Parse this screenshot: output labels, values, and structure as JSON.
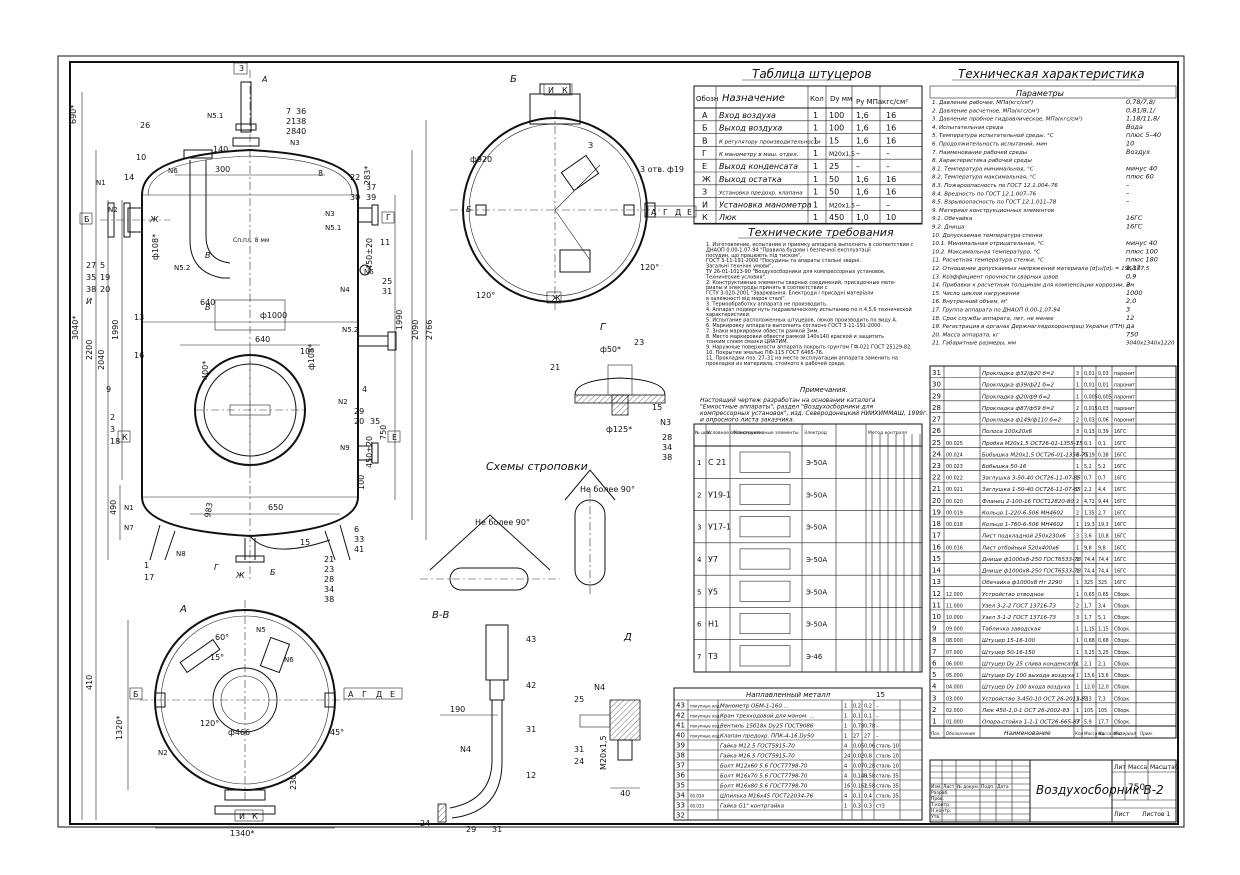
{
  "title_block": {
    "drawing_title": "Воздухосборник В-2",
    "mass": "750",
    "scale_label": "Масштаб",
    "mass_label": "Масса",
    "lit_label": "Лит",
    "sheet_label": "Лист",
    "sheets_label": "Листов 1",
    "row_labels": [
      "Изм.",
      "Лист",
      "№ докум.",
      "Подп.",
      "Дата",
      "Разраб.",
      "Пров.",
      "Т.контр.",
      "Н.контр.",
      "Утв."
    ]
  },
  "nozzle_table": {
    "title": "Таблица штуцеров",
    "headers": [
      "Обозн",
      "Назначение",
      "Кол",
      "Dу мм",
      "Pу МПа",
      "кгс/см²"
    ],
    "rows": [
      [
        "А",
        "Вход воздуха",
        "1",
        "100",
        "1,6",
        "16"
      ],
      [
        "Б",
        "Выход воздуха",
        "1",
        "100",
        "1,6",
        "16"
      ],
      [
        "В",
        "К регулятору производительности",
        "1",
        "15",
        "1,6",
        "16"
      ],
      [
        "Г",
        "К манометру в маш. отдел.",
        "1",
        "М20х1,5",
        "–",
        "–"
      ],
      [
        "Е",
        "Выход конденсата",
        "1",
        "25",
        "–",
        "–"
      ],
      [
        "Ж",
        "Выход остатка",
        "1",
        "50",
        "1,6",
        "16"
      ],
      [
        "З",
        "Установка предохр. клапана",
        "1",
        "50",
        "1,6",
        "16"
      ],
      [
        "И",
        "Установка манометра",
        "1",
        "М20х1,5",
        "–",
        "–"
      ],
      [
        "К",
        "Люк",
        "1",
        "450",
        "1,0",
        "10"
      ]
    ]
  },
  "tech_char": {
    "title": "Техническая характеристика",
    "params_label": "Параметры",
    "rows": [
      [
        "1. Давление рабочее, МПа(кгс/см²)",
        "0,78/7,8/"
      ],
      [
        "2. Давление расчетное, МПа(кгс/см²)",
        "0,81/8,1/"
      ],
      [
        "3. Давление пробное гидравлическое, МПа(кгс/см²)",
        "1,18/11,8/"
      ],
      [
        "4. Испытательная среда",
        "Вода"
      ],
      [
        "5. Температура испытательной среды, °С",
        "плюс 5–40"
      ],
      [
        "6. Продолжительность испытаний, мин",
        "10"
      ],
      [
        "7. Наименование рабочей среды",
        "Воздух"
      ],
      [
        "8. Характеристика рабочей среды",
        ""
      ],
      [
        "8.1. Температура минимальная, °С",
        "минус 40"
      ],
      [
        "8.2. Температура максимальная, °С",
        "плюс 60"
      ],
      [
        "8.3. Пожароопасность по ГОСТ 12.1.004–76",
        "–"
      ],
      [
        "8.4. Вредность по ГОСТ 12.1.007–76",
        "–"
      ],
      [
        "8.5. Взрывоопасность по ГОСТ 12.1.011–78",
        "–"
      ],
      [
        "9. Материал конструкционных элементов",
        ""
      ],
      [
        "9.1. Обечайка",
        "16ГС"
      ],
      [
        "9.2. Днища",
        "16ГС"
      ],
      [
        "10. Допускаемая температура стенки",
        ""
      ],
      [
        "10.1. Минимальная отрицательная, °С",
        "минус 40"
      ],
      [
        "10.2. Максимальная температура, °С",
        "плюс 100"
      ],
      [
        "11. Расчетная температура стенки, °С",
        "плюс 180"
      ],
      [
        "12. Отношение допускаемых напряжений материала [σ]₂₀/[σ]ₜ = 196/167,5",
        "1,17"
      ],
      [
        "13. Коэффициент прочности сварных швов",
        "0,9"
      ],
      [
        "14. Прибавки к расчетным толщинам для компенсации коррозии, мм",
        "2"
      ],
      [
        "15. Число циклов нагружения",
        "1000"
      ],
      [
        "16. Внутренний объем, м³",
        "2,0"
      ],
      [
        "17. Группа аппарата по ДНАОП 0.00-1.07-94",
        "3"
      ],
      [
        "18. Срок службы аппарата, лет, не менее",
        "12"
      ],
      [
        "19. Регистрация в органах Держнаглядохоронпраці України (ГТН)",
        "да"
      ],
      [
        "20. Масса аппарата, кг",
        "750"
      ],
      [
        "21. Габаритные размеры, мм",
        "3040х1340х1220"
      ]
    ]
  },
  "tech_req": {
    "title": "Технические требования",
    "lines": [
      "1. Изготовление, испытание и приемку аппарата выполнить в соответствии с",
      "ДНАОП 0.00-1.07-94 \"Правила будови і безпечної експлуатації",
      "посудин, що працюють під тиском\",",
      "ГОСТ 3-11-191-2000 \"Посудины та апараты стальні зварні.",
      "Загальні технічні умови\",",
      "ТУ 26-01-1013-90 \"Воздухосборники для компрессорных установок.",
      "Технические условия\".",
      "2. Конструктивные элементы сварных соединений, присадочные мате-",
      "риалы и электроды принять в соответствии с",
      "ГСТУ 3-020-2001 \"Зварювання. Електроди і присадні матеріали",
      "в залежності від марок сталі\".",
      "3. Термообработку аппарата не производить.",
      "4. Аппарат подвергнуть гидравлическому испытанию по п.4,5,6 технической",
      "характеристики.",
      "5. Испытание расположенных штуцеров, люков производить по виду А.",
      "6. Маркировку аппарата выполнить согласно ГОСТ 3-11-191-2000.",
      "7. Знаки маркировки обвести рамкой 3мм.",
      "8. Место маркировки обвести рамкой 140x140 краской и защитить",
      "тонким слоем смазки ЦИАТИМ.",
      "9. Наружные поверхности аппарата покрыть грунтом ГФ-021 ГОСТ 25129-82.",
      "10. Покрытие эмалью ПФ-115 ГОСТ 6465-76.",
      "11. Прокладки поз. 27–31 на место эксплуатации аппарата заменить на",
      "прокладки из материала, стойкого к рабочей среде."
    ],
    "note_title": "Примечания.",
    "note_lines": [
      "Настоящий чертеж разработан на основании каталога",
      "\"Емкостные аппараты\", раздел \"Воздухосборники для",
      "компрессорных установок\", изд. Северодонецкий НИИХИММАШ, 1999г.",
      "и опросного листа заказчика."
    ]
  },
  "weld_table": {
    "headers": [
      "№ шва",
      "Условное обозначение",
      "Конструктивные элементы",
      "Электрод",
      "Метод контроля"
    ],
    "rows": [
      [
        "1",
        "С 21",
        "Э-50А"
      ],
      [
        "2",
        "У19-1",
        "Э-50А"
      ],
      [
        "3",
        "У17-1",
        "Э-50А"
      ],
      [
        "4",
        "У7",
        "Э-50А"
      ],
      [
        "5",
        "У5",
        "Э-50А"
      ],
      [
        "6",
        "Н1",
        "Э-50А"
      ],
      [
        "7",
        "Т3",
        "Э-46"
      ]
    ]
  },
  "weld_metal": {
    "header": "Наплавленный металл",
    "value": "15"
  },
  "bom_left": {
    "rows": [
      [
        "43",
        "покупные изд.",
        "Манометр ОБМ-1-160 ...",
        "1",
        "0,2",
        "0,2",
        "–"
      ],
      [
        "42",
        "покупные изд.",
        "Кран трехходовой для маном. ...",
        "1",
        "0,1",
        "0,1",
        "–"
      ],
      [
        "41",
        "покупные изд.",
        "Вентиль 15б18к Dу25 ГОСТ9086",
        "1",
        "0,78",
        "0,78",
        "–"
      ],
      [
        "40",
        "покупные изд.",
        "Клапан предохр. ППК-4-16 Dу50",
        "1",
        "27",
        "27",
        "–"
      ],
      [
        "39",
        "",
        "Гайка М12.5 ГОСТ5915-70",
        "4",
        "0,05",
        "0,06",
        "сталь 10"
      ],
      [
        "38",
        "",
        "Гайка М16.5 ГОСТ5915-70",
        "24",
        "0,02",
        "0,8",
        "сталь 10"
      ],
      [
        "37",
        "",
        "Болт М12х60 5.6 ГОСТ7798-70",
        "4",
        "0,07",
        "0,28",
        "сталь 10"
      ],
      [
        "36",
        "",
        "Болт М16х70 5.6 ГОСТ7798-70",
        "4",
        "0,145",
        "0,58",
        "сталь 35"
      ],
      [
        "35",
        "",
        "Болт М16х80 5.6 ГОСТ7798-70",
        "16",
        "0,161",
        "2,58",
        "сталь 35"
      ],
      [
        "34",
        "00.034",
        "Шпилька М16х45 ГОСТ22034-76",
        "4",
        "0,1",
        "0,4",
        "сталь 35"
      ],
      [
        "33",
        "00.033",
        "Гайка G1\" контргайка",
        "1",
        "0,3",
        "0,3",
        "ст3"
      ],
      [
        "32",
        "",
        "",
        "",
        "",
        "",
        ""
      ]
    ]
  },
  "bom_right": {
    "footer": [
      "Поз.",
      "Обозначение",
      "Наименование",
      "Кол",
      "Масса ед.",
      "Масса общ.",
      "Материал",
      "Прим."
    ],
    "rows": [
      [
        "31",
        "",
        "Прокладка ф32/ф20 б=2",
        "3",
        "0,01",
        "0,03",
        "паронит"
      ],
      [
        "30",
        "",
        "Прокладка ф39/ф21 б=2",
        "1",
        "0,01",
        "0,01",
        "паронит"
      ],
      [
        "29",
        "",
        "Прокладка ф20/ф9 б=2",
        "1",
        "0,005",
        "0,005",
        "паронит"
      ],
      [
        "28",
        "",
        "Прокладка ф87/ф59 б=2",
        "2",
        "0,015",
        "0,03",
        "паронит"
      ],
      [
        "27",
        "",
        "Прокладка ф149/ф110 б=2",
        "2",
        "0,03",
        "0,06",
        "паронит"
      ],
      [
        "26",
        "",
        "Полоса 100х20х6",
        "3",
        "0,13",
        "0,39",
        "16ГС"
      ],
      [
        "25",
        "00.025",
        "Пробка М20х1,5 ОСТ26-01-1355-75",
        "1",
        "0,1",
        "0,1",
        "16ГС"
      ],
      [
        "24",
        "00.024",
        "Бобышка М20х1,5 ОСТ26-01-1356-75",
        "2",
        "0,19",
        "0,38",
        "16ГС"
      ],
      [
        "23",
        "00.023",
        "Бобышка 50-16",
        "1",
        "5,2",
        "5,2",
        "16ГС"
      ],
      [
        "22",
        "00.022",
        "Заглушка 3-50-40 ОСТ26-11-07-85",
        "1",
        "0,7",
        "0,7",
        "16ГС"
      ],
      [
        "21",
        "00.021",
        "Заглушка 1-50-40 ОСТ26-11-07-85",
        "2",
        "2,2",
        "4,4",
        "16ГС"
      ],
      [
        "20",
        "00.020",
        "Фланец 2-100-16 ГОСТ12820-80",
        "2",
        "4,72",
        "9,44",
        "16ГС"
      ],
      [
        "19",
        "00.019",
        "Кольцо 1-220-6-506 МН4602",
        "2",
        "1,35",
        "2,7",
        "16ГС"
      ],
      [
        "18",
        "00.018",
        "Кольцо 1-760-6-506 МН4602",
        "1",
        "19,3",
        "19,3",
        "16ГС"
      ],
      [
        "17",
        "",
        "Лист подкладной 250х230х6",
        "3",
        "3,6",
        "10,8",
        "16ГС"
      ],
      [
        "16",
        "00.016",
        "Лист отбойный 520х400х6",
        "1",
        "9,8",
        "9,8",
        "16ГС"
      ],
      [
        "15",
        "",
        "Днище ф1000х8-250 ГОСТ6533-78",
        "1",
        "74,4",
        "74,4",
        "16ГС"
      ],
      [
        "14",
        "",
        "Днище ф1000х8-250 ГОСТ6533-78",
        "1",
        "74,4",
        "74,4",
        "16ГС"
      ],
      [
        "13",
        "",
        "Обечайка ф1000х8 Нт 2290",
        "1",
        "325",
        "325",
        "16ГС"
      ],
      [
        "12",
        "12.000",
        "Устройство отводное",
        "1",
        "0,65",
        "0,65",
        "Сборк."
      ],
      [
        "11",
        "11.000",
        "Узел 3-2-2 ГОСТ 13716-73",
        "2",
        "1,7",
        "3,4",
        "Сборк."
      ],
      [
        "10",
        "10.000",
        "Узел 3-1-2 ГОСТ 13716-73",
        "3",
        "1,7",
        "5,1",
        "Сборк."
      ],
      [
        "9",
        "09.000",
        "Табличка заводская",
        "1",
        "1,15",
        "1,15",
        "Сборк."
      ],
      [
        "8",
        "08.000",
        "Штуцер 15-16-100",
        "1",
        "0,68",
        "0,68",
        "Сборк."
      ],
      [
        "7",
        "07.000",
        "Штуцер 50-16-150",
        "1",
        "3,25",
        "3,25",
        "Сборк."
      ],
      [
        "6",
        "06.000",
        "Штуцер Dу 25 слива конденсата",
        "1",
        "2,1",
        "2,1",
        "Сборк."
      ],
      [
        "5",
        "05.000",
        "Штуцер Dу 100 выхода воздуха",
        "1",
        "13,6",
        "13,6",
        "Сборк."
      ],
      [
        "4",
        "04.000",
        "Штуцер Dу 100 входа воздуха",
        "1",
        "12,0",
        "12,0",
        "Сборк."
      ],
      [
        "3",
        "03.000",
        "Устройство 3-450-10 ОСТ 26-2013-83",
        "1",
        "7,3",
        "7,3",
        "Сборк."
      ],
      [
        "2",
        "02.000",
        "Люк 450-1,0-1 ОСТ 26-2002-83",
        "1",
        "105",
        "105",
        "Сборк."
      ],
      [
        "1",
        "01.000",
        "Опора-стойка 1-1-1 ОСТ26-665-87",
        "3",
        "5,9",
        "17,7",
        "Сборк."
      ]
    ]
  },
  "main_view": {
    "dims": [
      "690*",
      "3040*",
      "2200",
      "2040",
      "1990",
      "490",
      "410",
      "1990",
      "2090",
      "2766",
      "283*",
      "450±20",
      "450±20",
      "750",
      "100",
      "400*",
      "ф1000",
      "640",
      "640",
      "650",
      "300",
      "140",
      "ф108*",
      "ф108*",
      "10°",
      "983",
      "Сп.пл. 8 мм"
    ],
    "callouts": [
      "3",
      "А",
      "7",
      "36",
      "21",
      "38",
      "28",
      "40",
      "26",
      "N5.1",
      "N3",
      "10",
      "N6",
      "N1",
      "14",
      "8",
      "22",
      "37",
      "30",
      "39",
      "N2",
      "Б",
      "Ж",
      "N3",
      "Г",
      "N5.1",
      "11",
      "В",
      "27",
      "5",
      "35",
      "19",
      "38",
      "20",
      "N5.2",
      "И",
      "N6",
      "25",
      "31",
      "N4",
      "В",
      "13",
      "16",
      "N5.2",
      "9",
      "2",
      "3",
      "18",
      "4",
      "N2",
      "29",
      "20",
      "35",
      "К",
      "Е",
      "N9",
      "N1",
      "N7",
      "1",
      "17",
      "N8",
      "Г",
      "Ж",
      "Б",
      "15",
      "6",
      "33",
      "41",
      "21",
      "23",
      "28",
      "34",
      "38"
    ]
  },
  "view_b": {
    "label": "Б",
    "tags": [
      "И",
      "К",
      "Б",
      "А",
      "Г",
      "Д",
      "Е",
      "Ж",
      "З"
    ],
    "texts": [
      "ф920",
      "3 отв. ф19",
      "120°",
      "120°"
    ]
  },
  "view_a": {
    "label": "А",
    "tags": [
      "Б",
      "А",
      "Г",
      "Д",
      "Е",
      "И",
      "К",
      "N5",
      "N6",
      "N2"
    ],
    "texts": [
      "60°",
      "15°",
      "120°",
      "45°",
      "ф466",
      "1320*",
      "230",
      "1340*"
    ]
  },
  "view_g": {
    "label": "Г",
    "texts": [
      "ф50*",
      "23",
      "21",
      "15",
      "N3",
      "ф125*",
      "28",
      "34",
      "38"
    ]
  },
  "view_vv": {
    "label": "В-В",
    "texts": [
      "43",
      "42",
      "190",
      "N4",
      "31",
      "12",
      "24",
      "29",
      "31"
    ]
  },
  "view_d": {
    "label": "Д",
    "texts": [
      "N4",
      "25",
      "31",
      "24",
      "М20х1,5",
      "40"
    ]
  },
  "sling": {
    "title": "Схемы строповки",
    "angle1": "Не более 90°",
    "angle2": "Не более 90°"
  }
}
